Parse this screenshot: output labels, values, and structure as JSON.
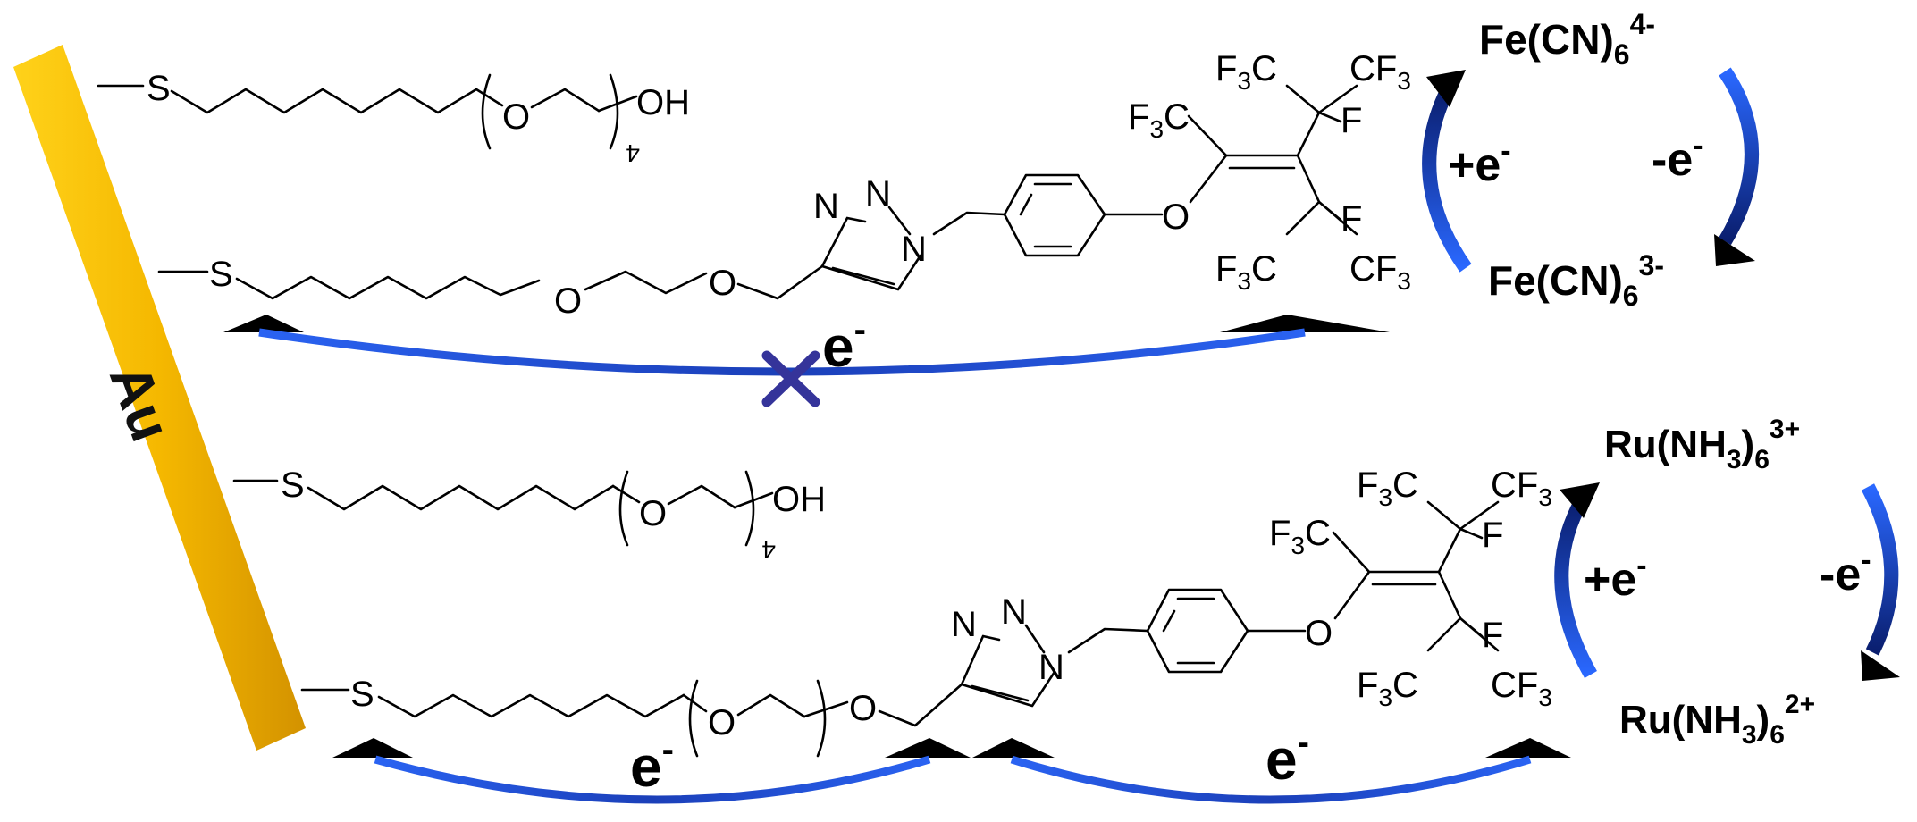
{
  "electrode": {
    "label": "Au",
    "color": "#F5B800"
  },
  "colors": {
    "arrow_blue": "#1E4FD8",
    "arrow_dark": "#0A1E6E",
    "blocked_x": "#35349A"
  },
  "top_panel": {
    "chain1": {
      "S": "S",
      "O": "O",
      "n": "4",
      "OH": "OH"
    },
    "chain2": {
      "S": "S",
      "O1": "O",
      "O2": "O",
      "N1": "N",
      "N2": "N",
      "N3": "N",
      "O_ar": "O"
    },
    "fluoro": {
      "F3C_a": "F",
      "F3C_a_sub": "3",
      "F3C_a_c": "C",
      "CF3_a": "CF",
      "CF3_a_sub": "3",
      "F_a": "F",
      "F3C_b": "F",
      "F3C_b_sub": "3",
      "F3C_b_c": "C",
      "F_b": "F",
      "F3C_c": "F",
      "F3C_c_sub": "3",
      "F3C_c_c": "C",
      "CF3_c": "CF",
      "CF3_c_sub": "3"
    },
    "electron": "e",
    "electron_sup": "-",
    "redox": {
      "ox": "Fe(CN)",
      "ox_sub": "6",
      "ox_sup": "4-",
      "red": "Fe(CN)",
      "red_sub": "6",
      "red_sup": "3-",
      "plus": "+e",
      "plus_sup": "-",
      "minus": "-e",
      "minus_sup": "-"
    }
  },
  "bottom_panel": {
    "chain1": {
      "S": "S",
      "O": "O",
      "n": "4",
      "OH": "OH"
    },
    "chain2": {
      "S": "S",
      "O1": "O",
      "O2": "O",
      "N1": "N",
      "N2": "N",
      "N3": "N",
      "O_ar": "O"
    },
    "fluoro": {
      "F3C_a": "F",
      "F3C_a_sub": "3",
      "F3C_a_c": "C",
      "CF3_a": "CF",
      "CF3_a_sub": "3",
      "F_a": "F",
      "F3C_b": "F",
      "F3C_b_sub": "3",
      "F3C_b_c": "C",
      "F_b": "F",
      "F3C_c": "F",
      "F3C_c_sub": "3",
      "F3C_c_c": "C",
      "CF3_c": "CF",
      "CF3_c_sub": "3"
    },
    "electron_left": "e",
    "electron_right": "e",
    "electron_sup": "-",
    "redox": {
      "ox": "Ru(NH",
      "ox_sub1": "3",
      "ox_mid": ")",
      "ox_sub": "6",
      "ox_sup": "3+",
      "red": "Ru(NH",
      "red_sub1": "3",
      "red_mid": ")",
      "red_sub": "6",
      "red_sup": "2+",
      "plus": "+e",
      "plus_sup": "-",
      "minus": "-e",
      "minus_sup": "-"
    }
  }
}
